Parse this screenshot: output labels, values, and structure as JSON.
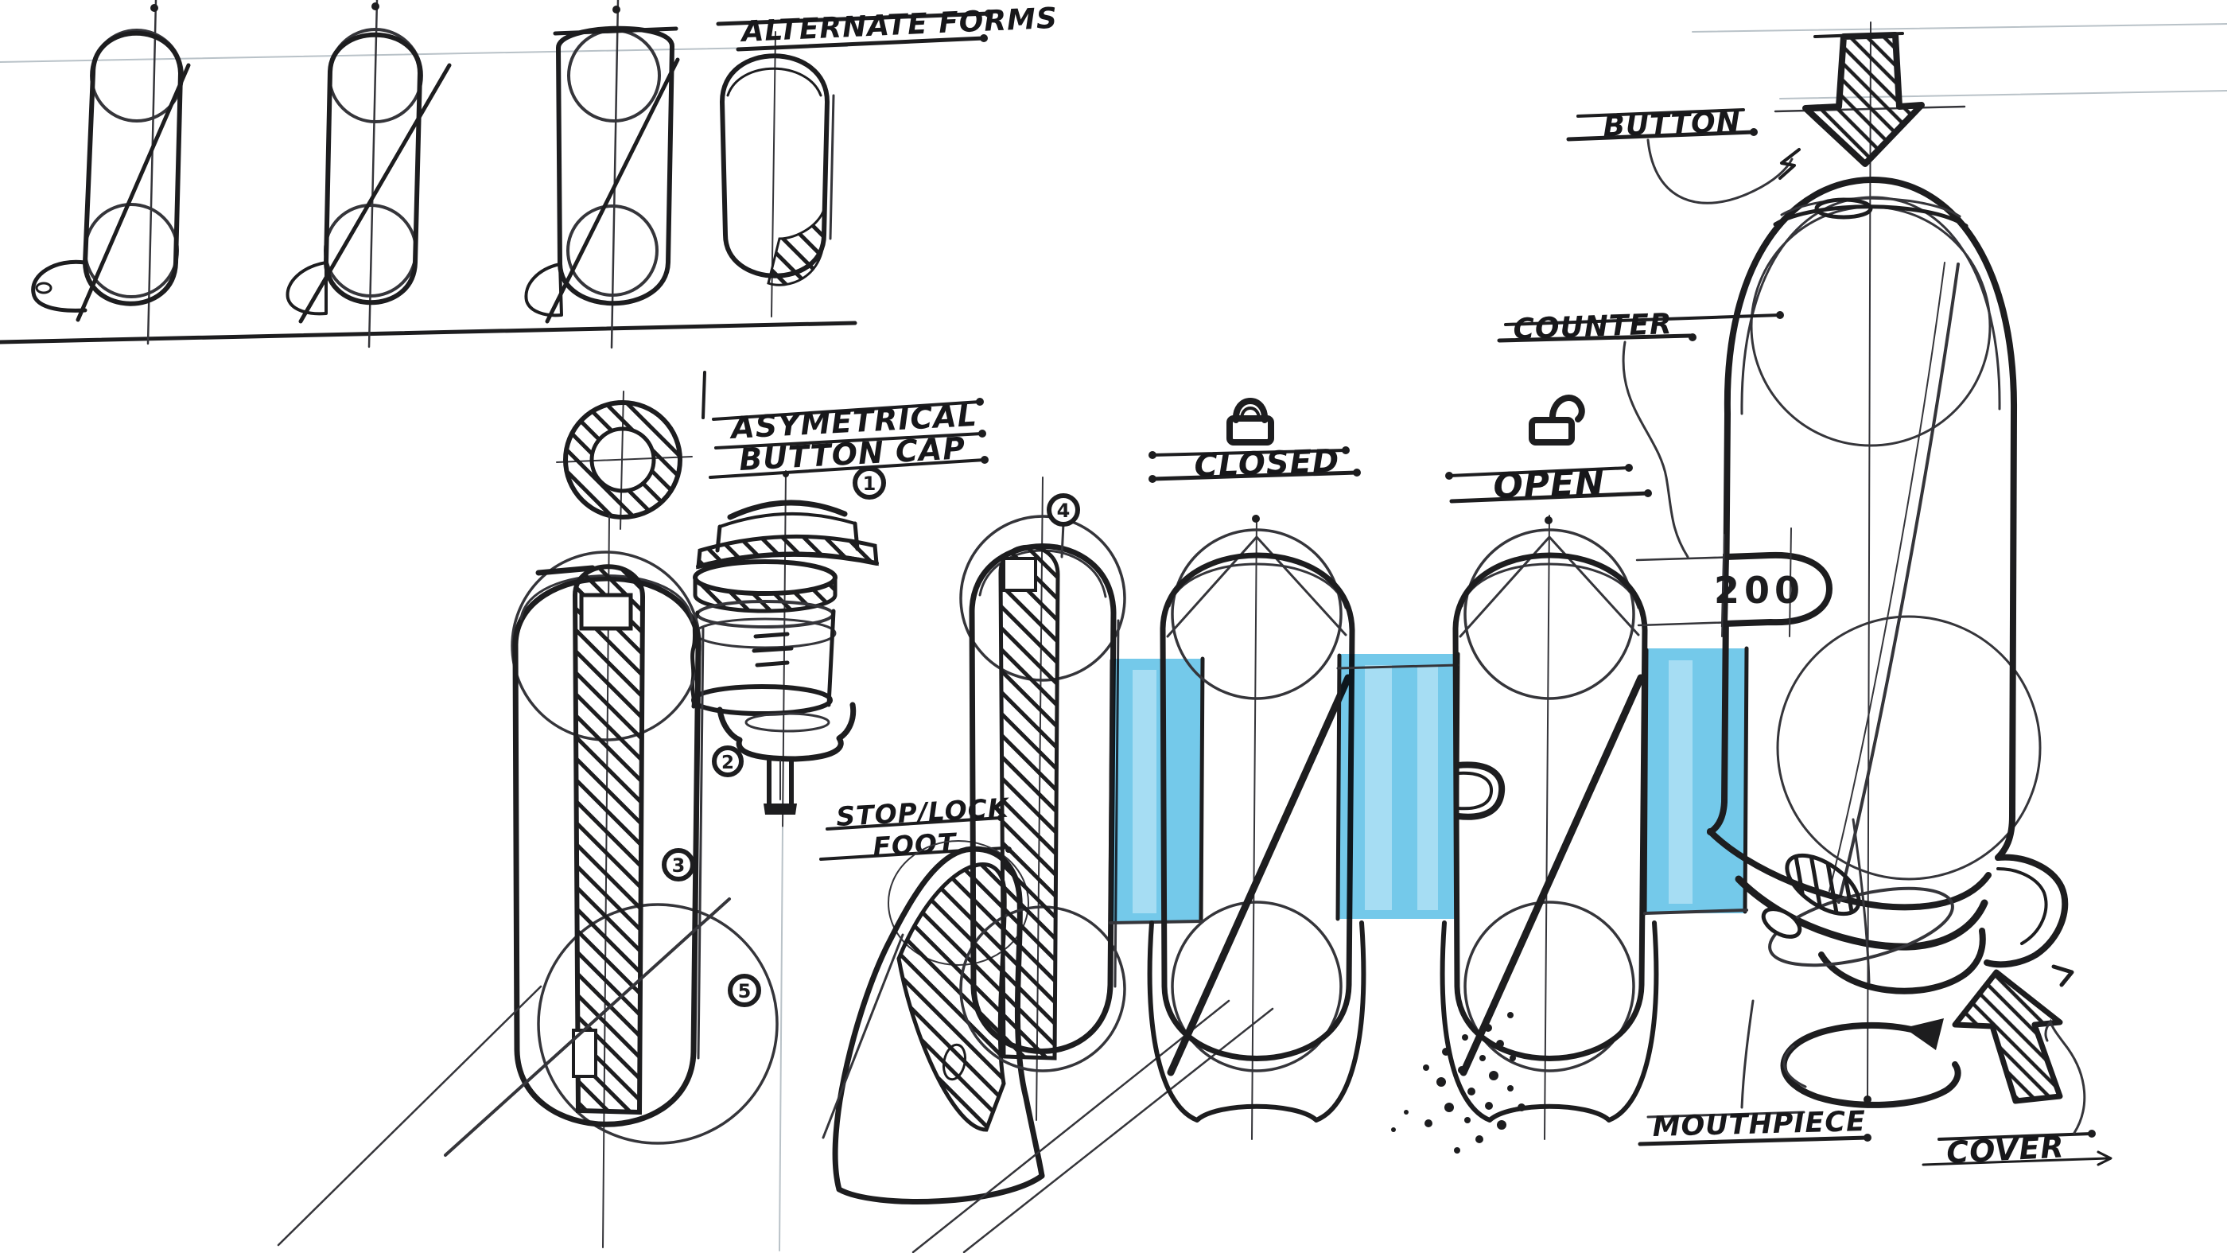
{
  "canvas": {
    "background": "#ffffff",
    "ink": "#1d1d1f",
    "guide_line": "#b9c2c8",
    "highlight": "#6fc8ea",
    "highlight_streak": "#a6ddf3"
  },
  "labels": {
    "alternate_forms": "ALTERNATE FORMS",
    "asymmetrical_cap_line1": "ASYMETRICAL",
    "asymmetrical_cap_line2": "BUTTON CAP",
    "stop_lock_line1": "STOP/LOCK",
    "stop_lock_line2": "FOOT",
    "closed": "CLOSED",
    "open": "OPEN",
    "button": "BUTTON",
    "counter": "COUNTER",
    "mouthpiece": "MOUTHPIECE",
    "cover": "COVER"
  },
  "counter": {
    "value": "200"
  },
  "markers": {
    "step1": "1",
    "step2": "2",
    "step3": "3",
    "step4": "4",
    "step5": "5"
  },
  "icons": {
    "closed_padlock": "padlock-closed",
    "open_padlock": "padlock-open",
    "press_arrow": "arrow-down-hatched",
    "pull_arrow": "arrow-up-hatched",
    "rotate_arrow": "arrow-rotate-ellipse"
  }
}
